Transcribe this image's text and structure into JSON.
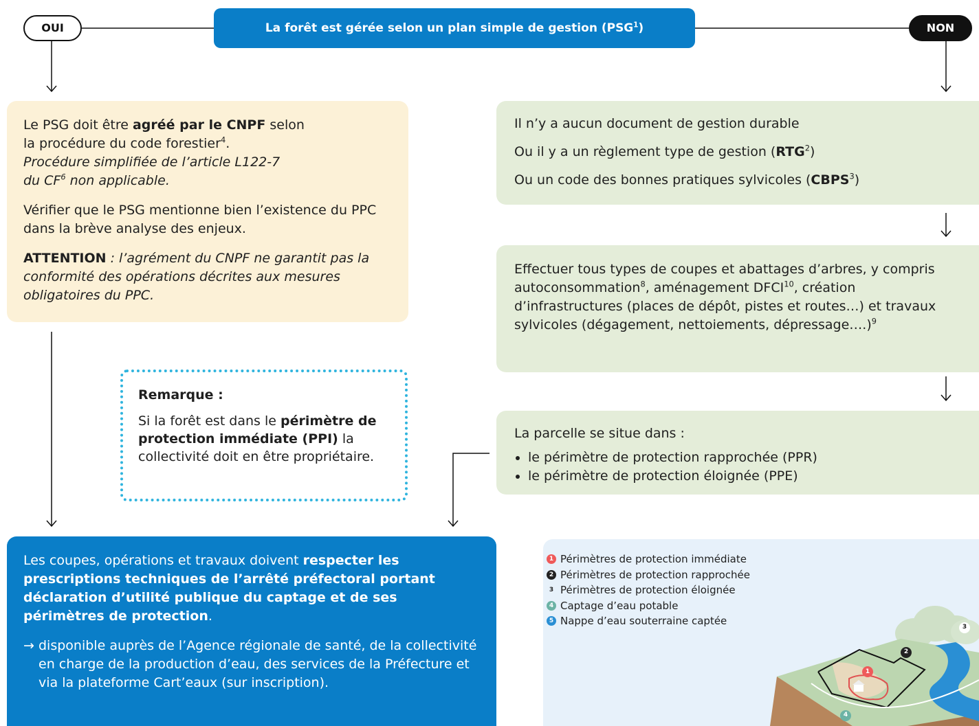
{
  "header": {
    "oui": "OUI",
    "non": "NON",
    "title": "La forêt est gérée selon un plan simple de gestion (PSG",
    "title_sup": "1",
    "title_end": ")"
  },
  "psg_box": {
    "l1a": "Le PSG doit être ",
    "l1b": "agréé par le CNPF",
    "l1c": " selon",
    "l2": "la procédure du code forestier",
    "l2_sup": "4",
    "l2_end": ".",
    "l3": "Procédure simplifiée de l’article L122-7",
    "l4a": "du CF",
    "l4_sup": "6",
    "l4b": " non applicable.",
    "p2": "Vérifier que le PSG mentionne bien l’existence du PPC dans la brève analyse des enjeux.",
    "p3a": "ATTENTION",
    "p3b": " : l’agrément du CNPF ne garantit pas la conformité des opérations décrites aux mesures obligatoires du PPC."
  },
  "no_doc_box": {
    "line1": "Il n’y a aucun document de gestion durable",
    "line2a": "Ou il y a un règlement type de gestion (",
    "line2b": "RTG",
    "line2_sup": "2",
    "line2c": ")",
    "line3a": "Ou un code des bonnes pratiques sylvicoles (",
    "line3b": "CBPS",
    "line3_sup": "3",
    "line3c": ")"
  },
  "works_box": {
    "t1": "Effectuer tous types de coupes et abattages d’arbres, y compris autoconsommation",
    "sup1": "8",
    "t2": ", aménagement DFCI",
    "sup2": "10",
    "t3": ", création d’infrastructures (places de dépôt, pistes et routes…) et travaux sylvicoles (dégagement, nettoiements, dépressage….)",
    "sup3": "9"
  },
  "parcel_box": {
    "intro": "La parcelle se situe dans :",
    "items": [
      "le périmètre de protection rapprochée (PPR)",
      "le périmètre de protection éloignée (PPE)"
    ]
  },
  "remark": {
    "title": "Remarque :",
    "t1": "Si la forêt est dans le ",
    "t2": "périmètre de protection immédiate (PPI)",
    "t3": " la collectivité doit en être propriétaire."
  },
  "result_box": {
    "p1a": "Les coupes, opérations et travaux doivent ",
    "p1b": "respecter les prescriptions techniques de l’arrêté préfectoral portant déclaration d’utilité publique du captage et de ses périmètres de protection",
    "p1c": ".",
    "arrow": "→",
    "p2": "disponible auprès de l’Agence régionale de santé, de la collectivité en charge de la production d’eau, des services de la Préfecture et via la plateforme Cart’eaux (sur inscription)."
  },
  "legend": {
    "items": [
      {
        "n": "1",
        "label": "Périmètres de protection immédiate"
      },
      {
        "n": "2",
        "label": "Périmètres de protection rapprochée"
      },
      {
        "n": "3",
        "label": "Périmètres de protection éloignée"
      },
      {
        "n": "4",
        "label": "Captage d’eau potable"
      },
      {
        "n": "5",
        "label": "Nappe d’eau souterraine captée"
      }
    ],
    "map_labels": {
      "m1": "1",
      "m2": "2",
      "m3": "3",
      "m4": "4"
    }
  }
}
